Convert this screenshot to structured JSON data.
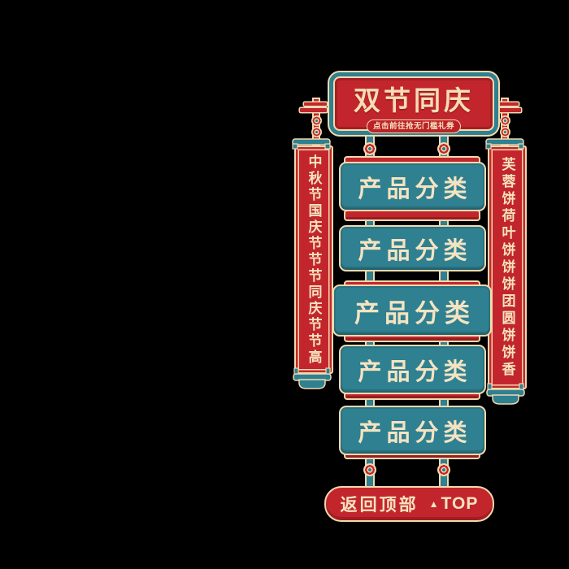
{
  "header": {
    "title": "双节同庆",
    "coupon_label": "点击前往抢无门槛礼券"
  },
  "left_banner": {
    "text": "中秋节国庆节节节同庆节节高"
  },
  "right_banner": {
    "text": "芙蓉饼荷叶饼饼饼团圆饼饼香"
  },
  "nav": {
    "buttons": [
      {
        "label": "产品分类"
      },
      {
        "label": "产品分类"
      },
      {
        "label": "产品分类"
      },
      {
        "label": "产品分类"
      },
      {
        "label": "产品分类"
      }
    ]
  },
  "footer": {
    "back_to_top_label": "返回顶部",
    "arrow_icon": "▲",
    "top_label": "TOP"
  },
  "colors": {
    "red": "#c2262c",
    "red_dark": "#a31f25",
    "teal": "#2f8090",
    "cream": "#f2d9ae",
    "text_cream": "#f6e3c0",
    "background": "#000000"
  }
}
